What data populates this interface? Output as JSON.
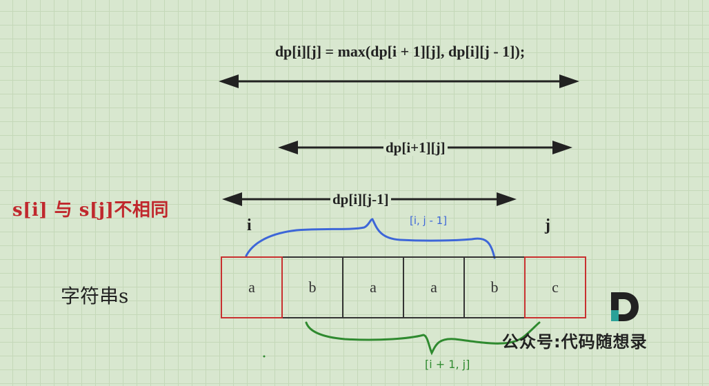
{
  "formula": "dp[i][j] = max(dp[i + 1][j], dp[i][j - 1]);",
  "arrows": {
    "outer_label": "",
    "middle_label": "dp[i+1][j]",
    "lower_label": "dp[i][j-1]"
  },
  "title": "s[i] 与 s[j]不相同",
  "indices": {
    "i": "i",
    "j": "j"
  },
  "string_label": "字符串s",
  "cells": [
    "a",
    "b",
    "a",
    "a",
    "b",
    "c"
  ],
  "highlighted_cells": [
    0,
    5
  ],
  "braces": {
    "blue_label": "[i, j - 1]",
    "green_label": "[i + 1, j]"
  },
  "watermark": "公众号:代码随想录",
  "colors": {
    "background": "#d8e7cf",
    "grid": "#c4d8b8",
    "highlight": "#c8302f",
    "title": "#c0282d",
    "blue_brace": "#3d66d8",
    "green_brace": "#2f8a2f"
  }
}
